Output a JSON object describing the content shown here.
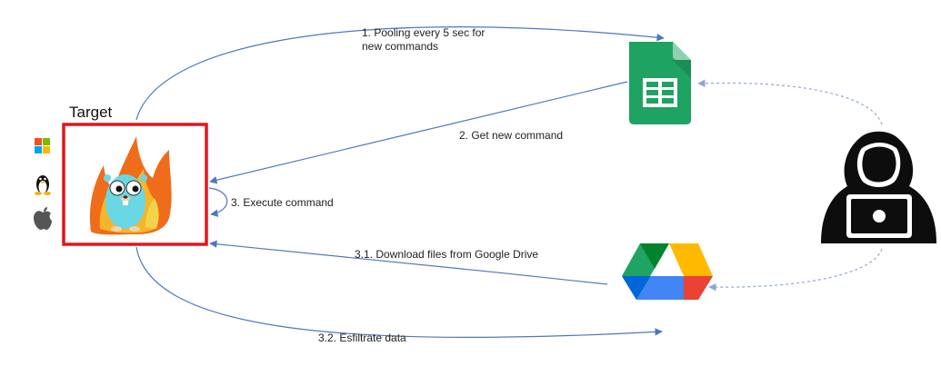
{
  "target": {
    "title": "Target"
  },
  "os_icons": [
    "windows-icon",
    "linux-icon",
    "apple-icon"
  ],
  "nodes": {
    "target": "gopher-mascot-on-fire",
    "sheets": "google-sheets-icon",
    "drive": "google-drive-icon",
    "attacker": "hooded-hacker-icon"
  },
  "edges": [
    {
      "id": "pooling",
      "label_lines": [
        "1. Pooling every 5 sec for",
        "new commands"
      ]
    },
    {
      "id": "get-command",
      "label_lines": [
        "2. Get new command"
      ]
    },
    {
      "id": "execute",
      "label_lines": [
        "3. Execute command"
      ]
    },
    {
      "id": "download",
      "label_lines": [
        "3.1. Download files from Google Drive"
      ]
    },
    {
      "id": "exfiltrate",
      "label_lines": [
        "3.2. Esfiltrate data"
      ]
    }
  ],
  "colors": {
    "arrow": "#4f77bf",
    "dashed_arrow": "#8ea6d6",
    "target_border": "#e0161f",
    "sheets_green": "#1ea362",
    "drive_green": "#1fa463",
    "drive_blue": "#4285f4",
    "drive_yellow": "#ffba00",
    "drive_red": "#ea4335"
  }
}
